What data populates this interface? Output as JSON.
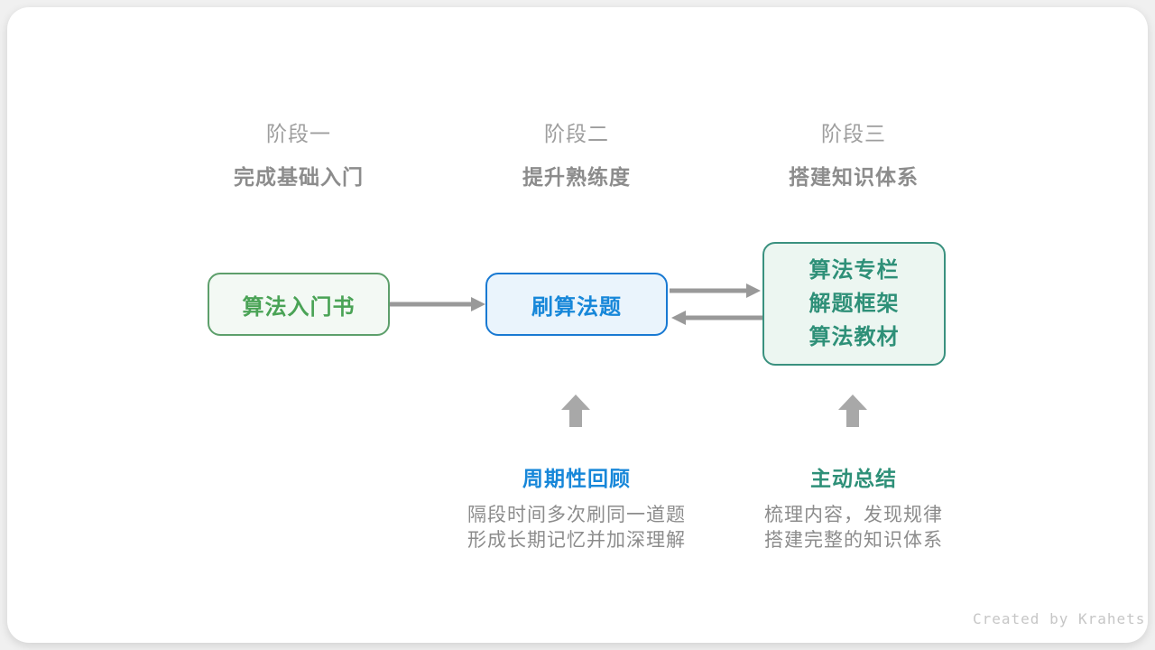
{
  "stages": [
    {
      "label": "阶段一",
      "subtitle": "完成基础入门"
    },
    {
      "label": "阶段二",
      "subtitle": "提升熟练度"
    },
    {
      "label": "阶段三",
      "subtitle": "搭建知识体系"
    }
  ],
  "nodes": [
    {
      "title": "算法入门书"
    },
    {
      "title": "刷算法题"
    },
    {
      "lines": [
        "算法专栏",
        "解题框架",
        "算法教材"
      ]
    }
  ],
  "annotations": [
    {
      "title": "周期性回顾",
      "desc_line1": "隔段时间多次刷同一道题",
      "desc_line2": "形成长期记忆并加深理解"
    },
    {
      "title": "主动总结",
      "desc_line1": "梳理内容，发现规律",
      "desc_line2": "搭建完整的知识体系"
    }
  ],
  "credit": "Created by Krahets",
  "colors": {
    "background": "#f0f0f0",
    "card": "#ffffff",
    "stage_label": "#9e9e9e",
    "stage_subtitle": "#8c8c8c",
    "green_border": "#5d9f6b",
    "green_fill": "#f3f9f4",
    "green_text": "#4aa356",
    "blue_border": "#1879d2",
    "blue_fill": "#eaf4fc",
    "blue_text": "#1787d9",
    "teal_border": "#3a917f",
    "teal_fill": "#ecf6f1",
    "teal_text": "#2e9078",
    "arrow_gray": "#999999",
    "up_arrow_gray": "#a8a8a8",
    "desc_text": "#8c8c8c",
    "credit_text": "#c6c6c6"
  }
}
